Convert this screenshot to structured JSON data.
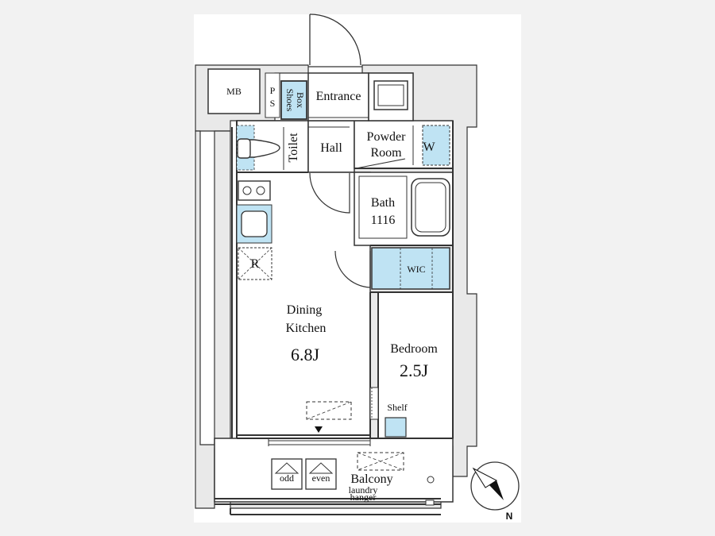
{
  "rooms": {
    "mb": "MB",
    "ps_p": "P",
    "ps_s": "S",
    "shoes_box_1": "Shoes",
    "shoes_box_2": "Box",
    "entrance": "Entrance",
    "toilet": "Toilet",
    "hall": "Hall",
    "powder_room_1": "Powder",
    "powder_room_2": "Room",
    "washer": "W",
    "bath_1": "Bath",
    "bath_2": "1116",
    "refrigerator": "R",
    "wic": "WIC",
    "dining_kitchen_1": "Dining",
    "dining_kitchen_2": "Kitchen",
    "dining_kitchen_size": "6.8J",
    "bedroom": "Bedroom",
    "bedroom_size": "2.5J",
    "shelf": "Shelf",
    "balcony": "Balcony",
    "laundry_1": "laundry",
    "laundry_2": "hanger",
    "odd": "odd",
    "even": "even"
  },
  "compass": {
    "north_label": "N"
  },
  "colors": {
    "background": "#f2f2f2",
    "plan_background": "#ffffff",
    "wall_fill": "#e9e9e9",
    "fixture_blue": "#bfe3f3",
    "line": "#333333"
  }
}
